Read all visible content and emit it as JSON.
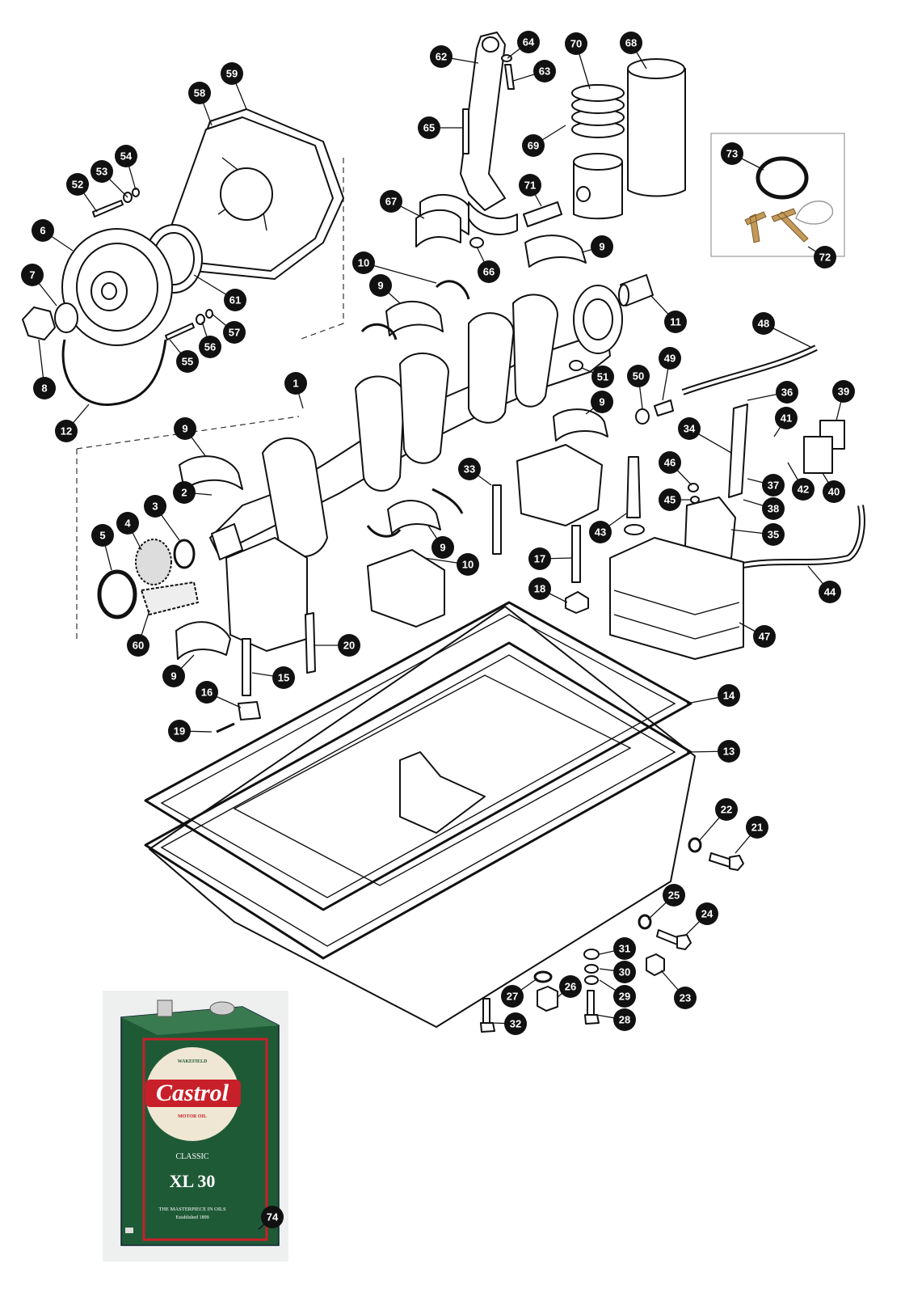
{
  "diagram": {
    "type": "exploded-parts-diagram",
    "callouts": [
      "1",
      "2",
      "3",
      "4",
      "5",
      "6",
      "7",
      "8",
      "9",
      "10",
      "11",
      "12",
      "13",
      "14",
      "15",
      "16",
      "17",
      "18",
      "19",
      "20",
      "21",
      "22",
      "23",
      "24",
      "25",
      "26",
      "27",
      "28",
      "29",
      "30",
      "31",
      "32",
      "33",
      "34",
      "35",
      "36",
      "37",
      "38",
      "39",
      "40",
      "41",
      "42",
      "43",
      "44",
      "45",
      "46",
      "47",
      "48",
      "49",
      "50",
      "51",
      "52",
      "53",
      "54",
      "55",
      "56",
      "57",
      "58",
      "59",
      "60",
      "61",
      "62",
      "63",
      "64",
      "65",
      "66",
      "67",
      "68",
      "69",
      "70",
      "71",
      "72",
      "73",
      "74"
    ]
  },
  "product": {
    "brand_small": "WAKEFIELD",
    "brand": "Castrol",
    "brand_sub": "MOTOR OIL",
    "line": "CLASSIC",
    "grade": "XL 30",
    "tagline": "THE MASTERPIECE IN OILS",
    "established": "Established 1899",
    "colors": {
      "can_green": "#1f5a37",
      "red": "#c8202a",
      "cream": "#efe7d3"
    }
  }
}
